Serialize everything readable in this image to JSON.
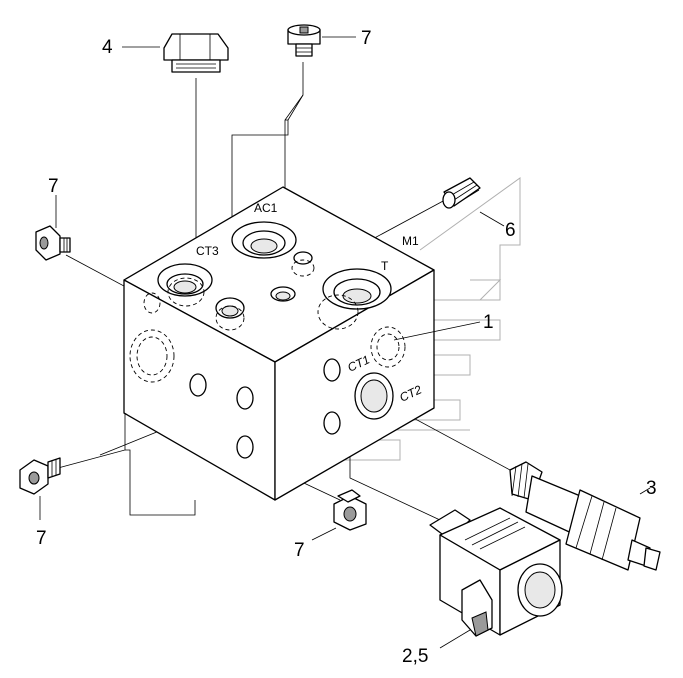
{
  "callouts": {
    "c4": "4",
    "c7_top": "7",
    "c7_left_top": "7",
    "c6": "6",
    "c1": "1",
    "c3": "3",
    "c7_bottom_left": "7",
    "c7_bottom_mid": "7",
    "c25": "2,5"
  },
  "ports": {
    "ac1": "AC1",
    "ct3": "CT3",
    "m1": "M1",
    "t": "T",
    "ct1": "CT1",
    "ct2": "CT2"
  }
}
